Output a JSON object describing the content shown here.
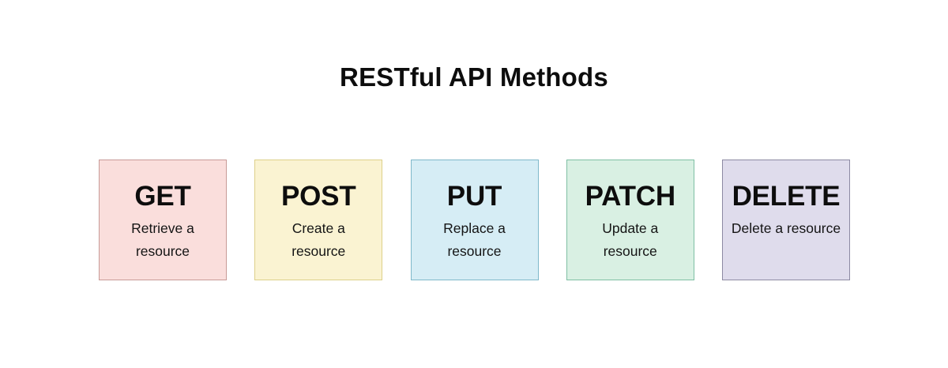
{
  "page": {
    "title": "RESTful API Methods",
    "background_color": "#ffffff"
  },
  "cards": [
    {
      "method": "GET",
      "description": "Retrieve a resource",
      "fill_color": "#fadedc",
      "border_color": "#c89a97"
    },
    {
      "method": "POST",
      "description": "Create a resource",
      "fill_color": "#faf3d2",
      "border_color": "#ddd08a"
    },
    {
      "method": "PUT",
      "description": "Replace a resource",
      "fill_color": "#d6edf5",
      "border_color": "#7fb8ca"
    },
    {
      "method": "PATCH",
      "description": "Update a resource",
      "fill_color": "#d9f0e3",
      "border_color": "#7fbfa4"
    },
    {
      "method": "DELETE",
      "description": "Delete a resource",
      "fill_color": "#dfdcec",
      "border_color": "#8d8aa3"
    }
  ]
}
